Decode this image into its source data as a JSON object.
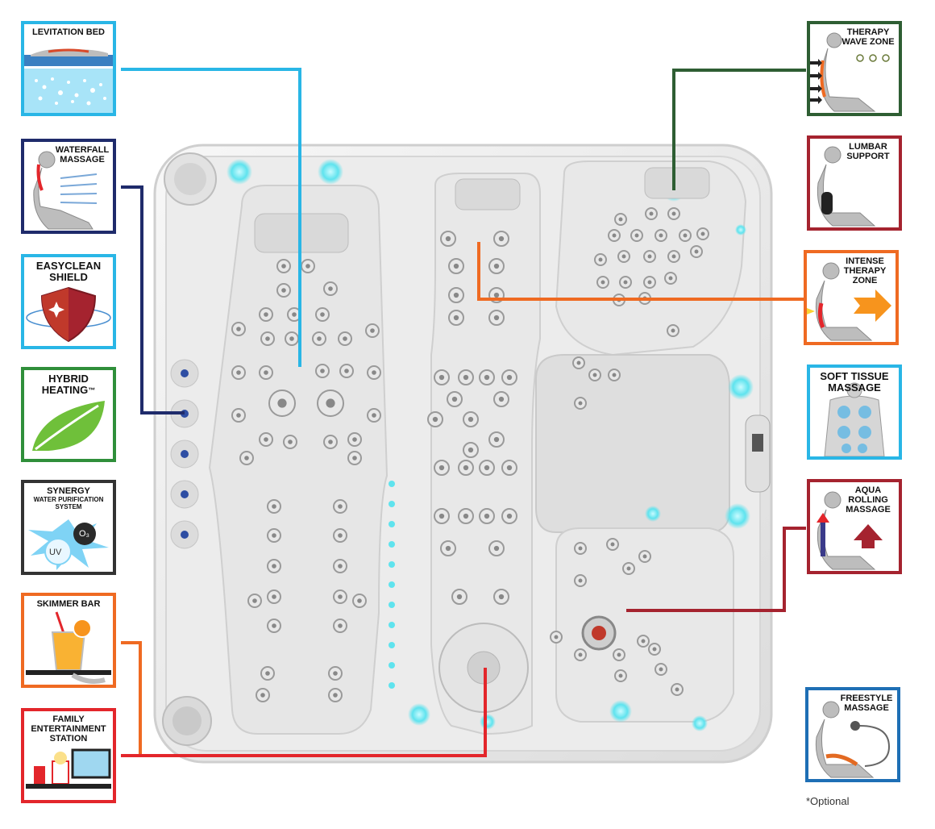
{
  "features_left": [
    {
      "id": "levitation-bed",
      "label": "LEVITATION BED",
      "color": "#29b6e6"
    },
    {
      "id": "waterfall-massage",
      "label": "WATERFALL MASSAGE",
      "color": "#1f2b6b"
    },
    {
      "id": "easyclean-shield",
      "label": "EASYCLEAN SHIELD",
      "color": "#29b6e6"
    },
    {
      "id": "hybrid-heating",
      "label": "HYBRID HEATING",
      "trademark": "™",
      "color": "#2f8f3a"
    },
    {
      "id": "synergy",
      "label": "SYNERGY",
      "sublabel": "WATER PURIFICATION SYSTEM",
      "uv": "UV",
      "ozone": "O₃",
      "color": "#333333"
    },
    {
      "id": "skimmer-bar",
      "label": "SKIMMER BAR",
      "color": "#ef6a22"
    },
    {
      "id": "family-entertainment",
      "label": "FAMILY ENTERTAINMENT STATION",
      "color": "#e3262b"
    }
  ],
  "features_right": [
    {
      "id": "therapy-wave-zone",
      "label": "THERAPY WAVE ZONE",
      "color": "#2e5e33"
    },
    {
      "id": "lumbar-support",
      "label": "LUMBAR SUPPORT",
      "color": "#a5232f"
    },
    {
      "id": "intense-therapy-zone",
      "label": "INTENSE THERAPY ZONE",
      "color": "#ef6a22"
    },
    {
      "id": "soft-tissue-massage",
      "label": "SOFT TISSUE MASSAGE",
      "color": "#29b6e6"
    },
    {
      "id": "aqua-rolling-massage",
      "label": "AQUA ROLLING MASSAGE",
      "color": "#a5232f"
    },
    {
      "id": "freestyle-massage",
      "label": "FREESTYLE MASSAGE",
      "color": "#1e6fb5"
    }
  ],
  "footnote": "*Optional",
  "colors": {
    "tub_shell": "#f2f2f2",
    "tub_edge": "#d9d9d9",
    "led": "#5fe3ee",
    "jet_ring": "#9a9a9a"
  }
}
